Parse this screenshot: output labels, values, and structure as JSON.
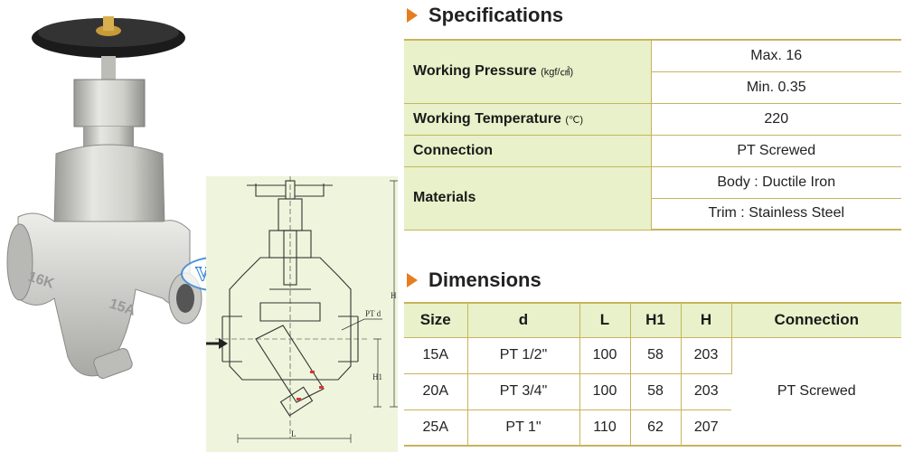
{
  "logo": {
    "text": "VIMI"
  },
  "drawing": {
    "label_h": "H",
    "label_h1": "H1",
    "label_l": "L",
    "label_ptd": "PT d"
  },
  "specifications": {
    "title": "Specifications",
    "working_pressure": {
      "label": "Working Pressure",
      "unit": "(kgf/㎠)",
      "max": "Max. 16",
      "min": "Min. 0.35"
    },
    "working_temperature": {
      "label": "Working Temperature",
      "unit": "(℃)",
      "value": "220"
    },
    "connection": {
      "label": "Connection",
      "value": "PT Screwed"
    },
    "materials": {
      "label": "Materials",
      "body": "Body : Ductile Iron",
      "trim": "Trim : Stainless Steel"
    }
  },
  "dimensions": {
    "title": "Dimensions",
    "headers": [
      "Size",
      "d",
      "L",
      "H1",
      "H",
      "Connection"
    ],
    "rows": [
      {
        "size": "15A",
        "d": "PT 1/2\"",
        "L": "100",
        "H1": "58",
        "H": "203"
      },
      {
        "size": "20A",
        "d": "PT 3/4\"",
        "L": "100",
        "H1": "58",
        "H": "203"
      },
      {
        "size": "25A",
        "d": "PT 1\"",
        "L": "110",
        "H1": "62",
        "H": "207"
      }
    ],
    "connection_value": "PT Screwed"
  }
}
